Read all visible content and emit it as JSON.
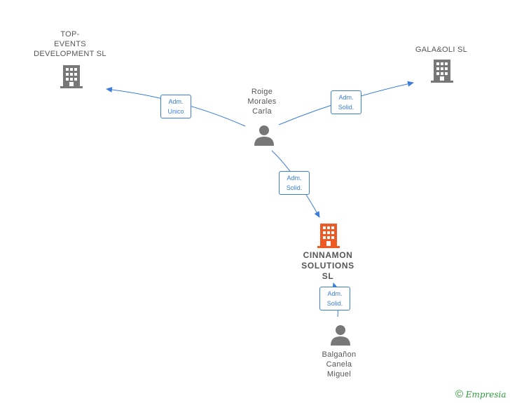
{
  "nodes": {
    "top_events": {
      "label": "TOP-\nEVENTS\nDEVELOPMENT SL",
      "type": "company"
    },
    "gala_oli": {
      "label": "GALA&OLI  SL",
      "type": "company"
    },
    "roige": {
      "label": "Roige\nMorales\nCarla",
      "type": "person"
    },
    "cinnamon": {
      "label": "CINNAMON\nSOLUTIONS\nSL",
      "type": "company-main"
    },
    "balganon": {
      "label": "Balgañon\nCanela\nMiguel",
      "type": "person"
    }
  },
  "edges": {
    "e1": {
      "label": "Adm.\nUnico"
    },
    "e2": {
      "label": "Adm.\nSolid."
    },
    "e3": {
      "label": "Adm.\nSolid."
    },
    "e4": {
      "label": "Adm.\nSolid."
    }
  },
  "colors": {
    "edge": "#3b7dd8",
    "company": "#777777",
    "main_company": "#ee5a24",
    "person": "#777777"
  },
  "brand": {
    "symbol": "©",
    "name": "Empresia"
  }
}
